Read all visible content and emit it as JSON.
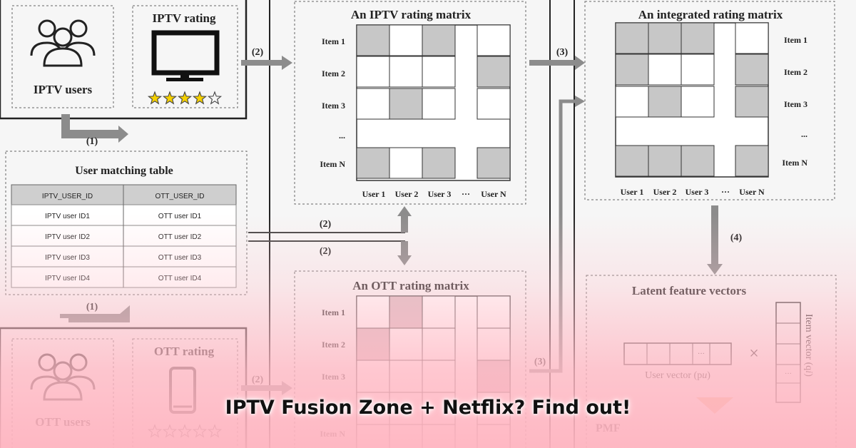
{
  "iptv_users": {
    "label": "IPTV users",
    "icon": "users-icon"
  },
  "iptv_rating": {
    "label": "IPTV rating",
    "icon": "tv-icon",
    "stars": {
      "filled": 4,
      "total": 5,
      "filled_color": "#f5d000"
    }
  },
  "ott_users": {
    "label": "OTT users",
    "icon": "users-icon"
  },
  "ott_rating": {
    "label": "OTT rating",
    "icon": "phone-icon"
  },
  "steps": {
    "s1": "(1)",
    "s2": "(2)",
    "s3": "(3)",
    "s4": "(4)"
  },
  "matching_table": {
    "title": "User matching table",
    "columns": [
      "IPTV_USER_ID",
      "OTT_USER_ID"
    ],
    "rows": [
      [
        "IPTV user ID1",
        "OTT user ID1"
      ],
      [
        "IPTV user ID2",
        "OTT user ID2"
      ],
      [
        "IPTV user ID3",
        "OTT user ID3"
      ],
      [
        "IPTV user ID4",
        "OTT user ID4"
      ]
    ]
  },
  "iptv_matrix": {
    "title": "An IPTV rating matrix",
    "rows": [
      "Item 1",
      "Item 2",
      "Item 3",
      "...",
      "Item N"
    ],
    "cols": [
      "User 1",
      "User 2",
      "User 3",
      "···",
      "User N"
    ],
    "filled": [
      [
        0,
        0
      ],
      [
        0,
        2
      ],
      [
        1,
        4
      ],
      [
        2,
        1
      ],
      [
        4,
        0
      ],
      [
        4,
        2
      ],
      [
        4,
        4
      ]
    ]
  },
  "ott_matrix": {
    "title": "An OTT rating matrix",
    "rows": [
      "Item 1",
      "Item 2",
      "Item 3",
      "Item N"
    ],
    "filled": [
      [
        0,
        1
      ],
      [
        1,
        0
      ],
      [
        2,
        4
      ]
    ]
  },
  "integrated_matrix": {
    "title": "An integrated rating matrix",
    "rows": [
      "Item 1",
      "Item 2",
      "Item 3",
      "...",
      "Item N"
    ],
    "cols": [
      "User 1",
      "User 2",
      "User 3",
      "···",
      "User N"
    ],
    "filled": [
      [
        0,
        0
      ],
      [
        0,
        1
      ],
      [
        0,
        2
      ],
      [
        1,
        0
      ],
      [
        1,
        4
      ],
      [
        2,
        1
      ],
      [
        2,
        4
      ],
      [
        4,
        0
      ],
      [
        4,
        1
      ],
      [
        4,
        2
      ],
      [
        4,
        4
      ]
    ]
  },
  "latent": {
    "title": "Latent feature vectors",
    "user_vector_label": "User vector (p",
    "user_vector_sub": "u",
    "item_vector_label": "Item vector (q",
    "item_vector_sub": "i",
    "times": "×",
    "ellipsis": "···",
    "method": "PMF"
  },
  "caption": "IPTV Fusion Zone + Netflix?  Find out!",
  "colors": {
    "cell_fill": "#c7c7c7",
    "arrow": "#8c8c8c",
    "caption_fade": "#ffb9c4"
  }
}
